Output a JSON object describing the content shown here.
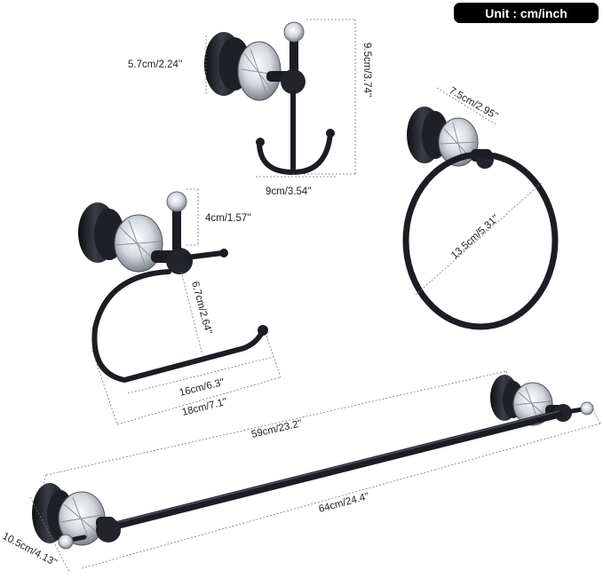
{
  "unit_badge": "Unit : cm/inch",
  "robe_hook": {
    "base_size": "5.7cm/2.24''",
    "height": "9.5cm/3.74''",
    "width": "9cm/3.54''"
  },
  "towel_ring": {
    "projection": "7.5cm/2.95''",
    "diameter": "13.5cm/5.31''"
  },
  "paper_holder": {
    "knob_height": "4cm/1.57''",
    "arm_height": "6.7cm/2.64''",
    "inner_width": "16cm/6.3''",
    "outer_width": "18cm/7.1''"
  },
  "towel_bar": {
    "bar_length": "59cm/23.2''",
    "overall_length": "64cm/24.4''",
    "projection": "10.5cm/4.13''"
  },
  "colors": {
    "metal": "#1b1d22",
    "badge": "#000000",
    "crystal": "#cfd4da"
  }
}
